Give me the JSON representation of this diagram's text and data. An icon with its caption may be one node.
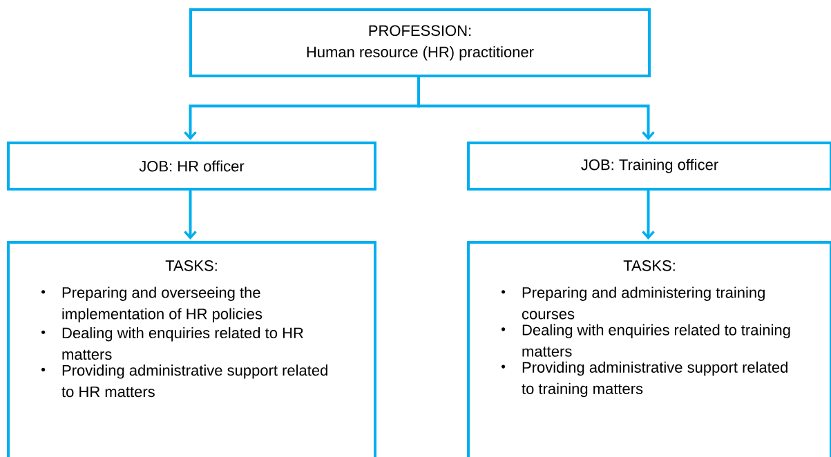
{
  "diagram": {
    "nodes": [
      {
        "text": [
          "PROFESSION:",
          "Human resource (HR) practitioner"
        ]
      },
      {
        "text": [
          "JOB: HR officer"
        ]
      },
      {
        "text": [
          "JOB: Training officer"
        ]
      },
      {
        "text": [
          "TASKS:",
          "Preparing and overseeing the implementation of HR policies",
          "Dealing with enquiries related to HR matters",
          "Providing administrative support related to HR matters"
        ]
      },
      {
        "text": [
          "TASKS:",
          "Preparing and administering training courses",
          "Dealing with enquiries related to training matters",
          "Providing administrative support related to training matters"
        ]
      }
    ],
    "edges": [
      {
        "from": 0,
        "to": 1,
        "arrow": "to"
      },
      {
        "from": 0,
        "to": 2,
        "arrow": "to"
      },
      {
        "from": 1,
        "to": 3,
        "arrow": "to"
      },
      {
        "from": 2,
        "to": 4,
        "arrow": "to"
      }
    ]
  }
}
